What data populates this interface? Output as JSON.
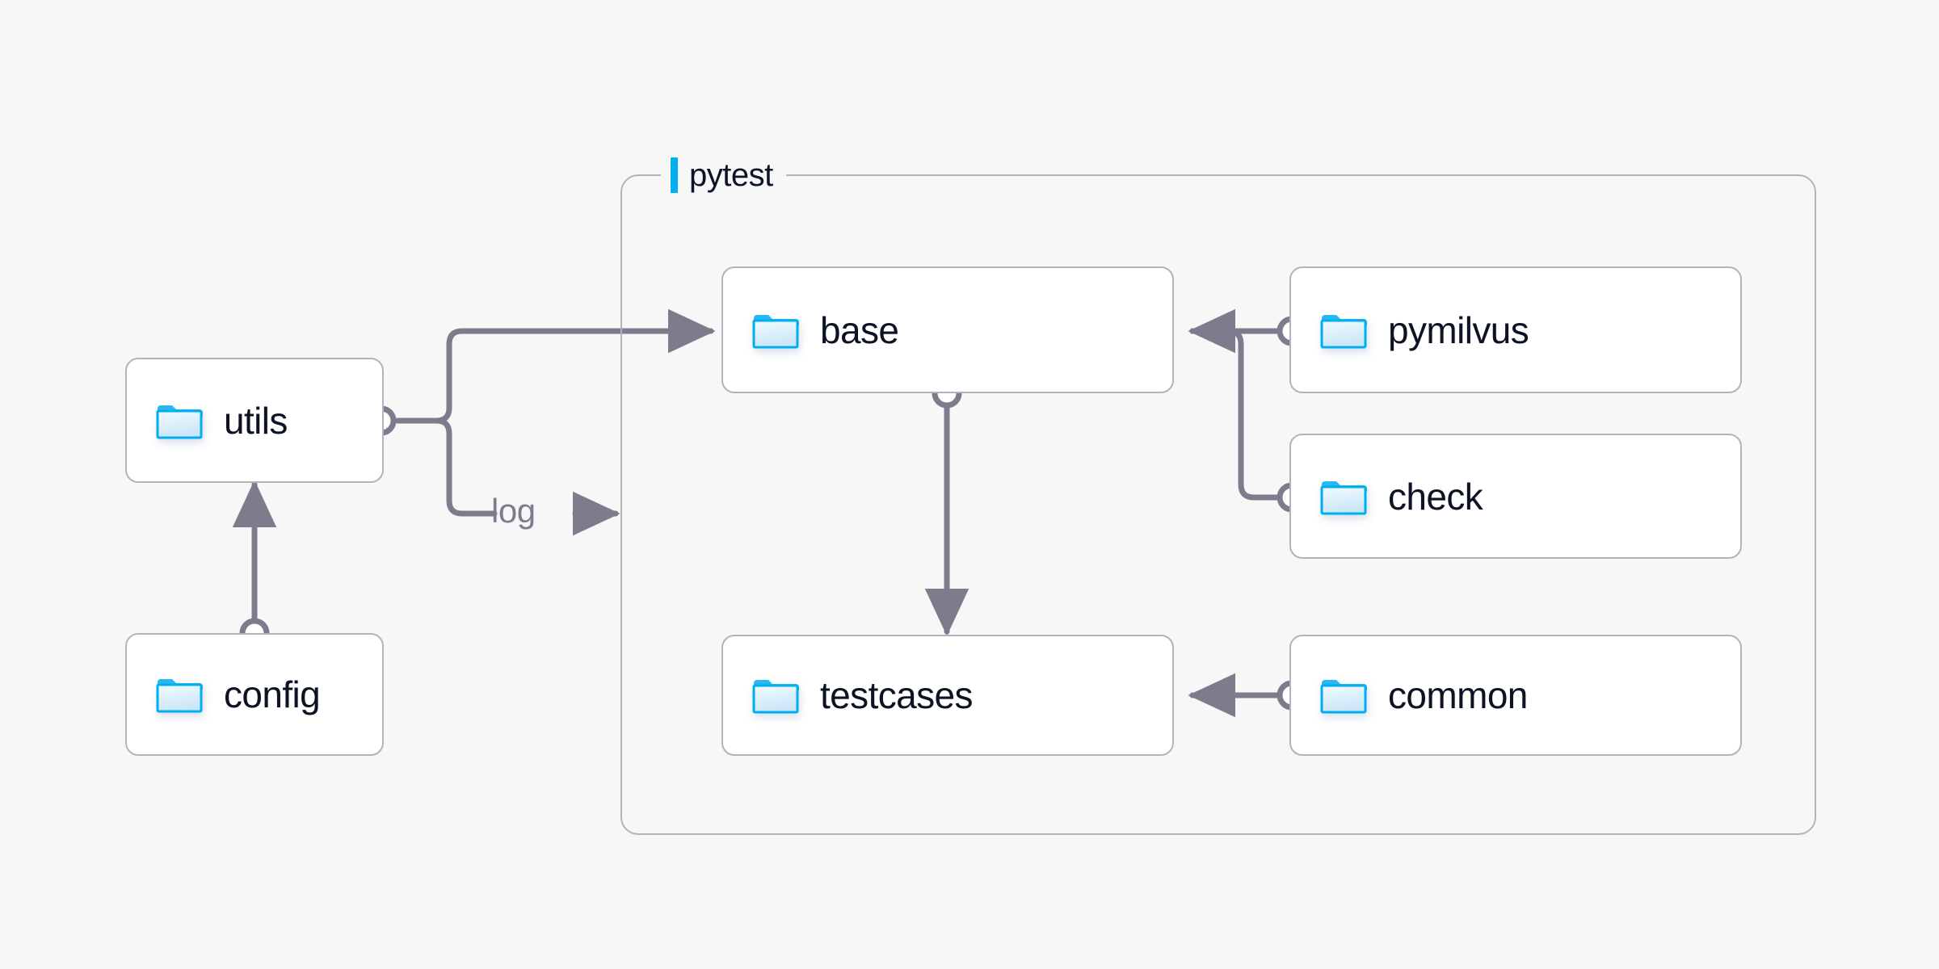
{
  "diagram": {
    "title_icon": "folder-icon",
    "background_color": "#f7f7f7",
    "accent_color": "#00aff0",
    "edge_color": "#7c7c8c",
    "node_border_color": "#b4b2c0",
    "text_color": "#0b1324",
    "group": {
      "label": "pytest",
      "accent_bar_color": "#00aff0"
    },
    "nodes": [
      {
        "id": "utils",
        "label": "utils",
        "icon": "folder-icon"
      },
      {
        "id": "config",
        "label": "config",
        "icon": "folder-icon"
      },
      {
        "id": "base",
        "label": "base",
        "icon": "folder-icon"
      },
      {
        "id": "testcases",
        "label": "testcases",
        "icon": "folder-icon"
      },
      {
        "id": "pymilvus",
        "label": "pymilvus",
        "icon": "folder-icon"
      },
      {
        "id": "check",
        "label": "check",
        "icon": "folder-icon"
      },
      {
        "id": "common",
        "label": "common",
        "icon": "folder-icon"
      }
    ],
    "edge_labels": [
      {
        "id": "log",
        "label": "log"
      }
    ]
  }
}
